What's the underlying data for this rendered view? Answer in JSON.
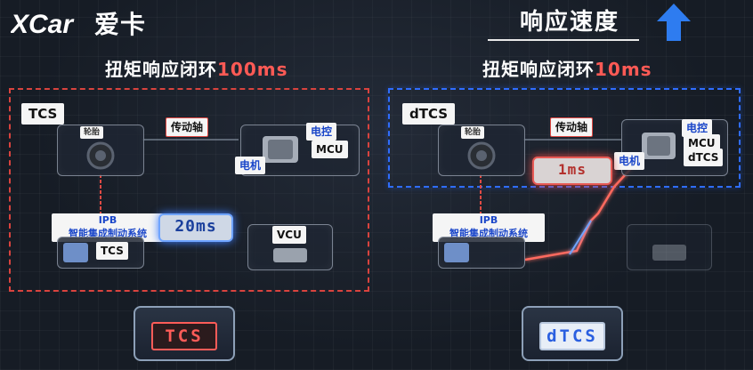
{
  "logo": {
    "mark": "XCar",
    "text": "爱卡"
  },
  "header": {
    "speed_title": "响应速度",
    "arrow_icon": "up-arrow-icon"
  },
  "left": {
    "title_prefix": "扭矩响应闭环",
    "title_value": "100ms",
    "system_tag": "TCS",
    "tire_label": "轮胎",
    "driveshaft_label": "传动轴",
    "ecu_label": "电控",
    "mcu_label": "MCU",
    "motor_label": "电机",
    "ipb_label": "IPB\n智能集成制动系统",
    "ipb_sub_label": "TCS",
    "latency": "20ms",
    "vcu_label": "VCU",
    "badge": "TCS"
  },
  "right": {
    "title_prefix": "扭矩响应闭环",
    "title_value": "10ms",
    "system_tag": "dTCS",
    "tire_label": "轮胎",
    "driveshaft_label": "传动轴",
    "ecu_label": "电控",
    "mcu_label": "MCU",
    "dtcs_label": "dTCS",
    "motor_label": "电机",
    "ipb_label": "IPB\n智能集成制动系统",
    "latency": "1ms",
    "badge": "dTCS"
  },
  "colors": {
    "red": "#d9433e",
    "blue": "#2f6dff",
    "accent_text": "#ff5a55",
    "arrow": "#2e7cf0"
  }
}
